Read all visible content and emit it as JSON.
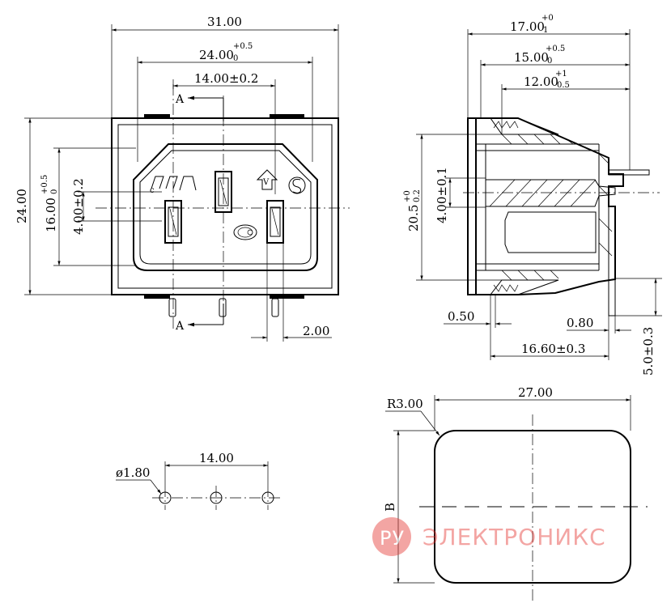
{
  "front_view": {
    "dim_overall_width": "31.00",
    "dim_cavity_width": "24.00",
    "dim_cavity_width_tol_upper": "+0.5",
    "dim_cavity_width_tol_lower": "0",
    "dim_pin_pitch": "14.00±0.2",
    "dim_overall_height": "24.00",
    "dim_cavity_height": "16.00",
    "dim_cavity_height_tol_upper": "+0.5",
    "dim_cavity_height_tol_lower": "0",
    "dim_pin_offset": "4.00±0.2",
    "dim_pin_width": "2.00",
    "section_mark": "A"
  },
  "side_view": {
    "dim_depth_17": "17.00",
    "dim_depth_17_tol_upper": "+0",
    "dim_depth_17_tol_lower": "1",
    "dim_depth_15": "15.00",
    "dim_depth_15_tol_upper": "+0.5",
    "dim_depth_15_tol_lower": "0",
    "dim_depth_12": "12.00",
    "dim_depth_12_tol_upper": "+1",
    "dim_depth_12_tol_lower": "0.5",
    "dim_height_205": "20.5",
    "dim_height_205_tol_upper": "+0",
    "dim_height_205_tol_lower": "0.2",
    "dim_pin_offset": "4.00±0.1",
    "dim_flange": "0.50",
    "dim_terminal_thickness": "0.80",
    "dim_length": "16.60±0.3",
    "dim_terminal_length": "5.0±0.3"
  },
  "pcb_layout": {
    "dim_hole_diameter": "ø1.80",
    "dim_hole_span": "14.00"
  },
  "panel_cutout": {
    "dim_radius": "R3.00",
    "dim_width": "27.00",
    "dim_height_label": "B"
  },
  "watermark": {
    "badge": "РУ",
    "text": "ЭЛЕКТРОНИКС",
    "color": "#e53935"
  }
}
